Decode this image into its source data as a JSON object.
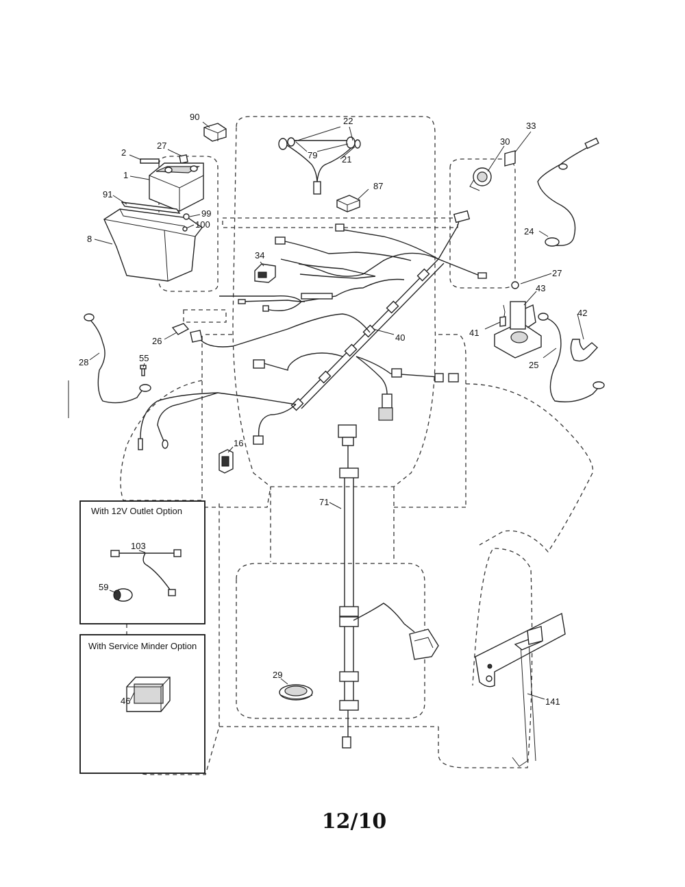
{
  "callouts": [
    {
      "id": "90",
      "text": "90"
    },
    {
      "id": "22",
      "text": "22"
    },
    {
      "id": "33",
      "text": "33"
    },
    {
      "id": "2",
      "text": "2"
    },
    {
      "id": "27a",
      "text": "27"
    },
    {
      "id": "30",
      "text": "30"
    },
    {
      "id": "79",
      "text": "79"
    },
    {
      "id": "21",
      "text": "21"
    },
    {
      "id": "1",
      "text": "1"
    },
    {
      "id": "87",
      "text": "87"
    },
    {
      "id": "91",
      "text": "91"
    },
    {
      "id": "99",
      "text": "99"
    },
    {
      "id": "100",
      "text": "100"
    },
    {
      "id": "8",
      "text": "8"
    },
    {
      "id": "24",
      "text": "24"
    },
    {
      "id": "34",
      "text": "34"
    },
    {
      "id": "27b",
      "text": "27"
    },
    {
      "id": "43",
      "text": "43"
    },
    {
      "id": "42",
      "text": "42"
    },
    {
      "id": "41",
      "text": "41"
    },
    {
      "id": "40",
      "text": "40"
    },
    {
      "id": "26",
      "text": "26"
    },
    {
      "id": "25",
      "text": "25"
    },
    {
      "id": "28",
      "text": "28"
    },
    {
      "id": "55",
      "text": "55"
    },
    {
      "id": "16",
      "text": "16"
    },
    {
      "id": "71",
      "text": "71"
    },
    {
      "id": "103",
      "text": "103"
    },
    {
      "id": "59",
      "text": "59"
    },
    {
      "id": "29",
      "text": "29"
    },
    {
      "id": "141",
      "text": "141"
    },
    {
      "id": "46",
      "text": "46"
    }
  ],
  "inset_boxes": {
    "outlet_option": {
      "title": "With 12V Outlet Option"
    },
    "service_minder_option": {
      "title": "With Service Minder Option"
    }
  },
  "footer": {
    "page_number": "12/10"
  }
}
